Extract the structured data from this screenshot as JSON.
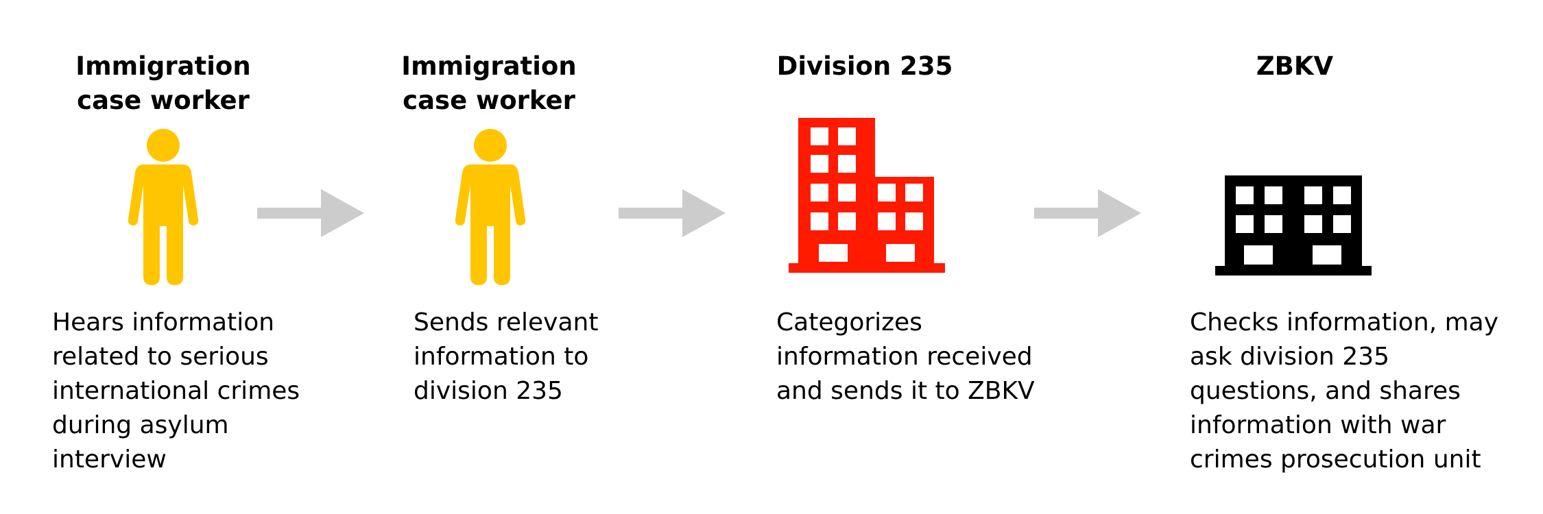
{
  "steps": [
    {
      "title_lines": [
        "Immigration",
        "case worker"
      ],
      "icon": "person-icon",
      "description_lines": [
        "Hears information",
        "related to serious",
        "international crimes",
        "during asylum",
        "interview"
      ]
    },
    {
      "title_lines": [
        "Immigration",
        "case worker"
      ],
      "icon": "person-icon",
      "description_lines": [
        "Sends relevant",
        "information to",
        "division 235"
      ]
    },
    {
      "title_lines": [
        "Division 235"
      ],
      "icon": "building-icon",
      "description_lines": [
        "Categorizes",
        "information received",
        "and sends it to ZBKV"
      ]
    },
    {
      "title_lines": [
        "ZBKV"
      ],
      "icon": "building-icon",
      "description_lines": [
        "Checks information, may",
        "ask division 235",
        "questions, and shares",
        "information with war",
        "crimes prosecution unit"
      ]
    }
  ],
  "colors": {
    "person": "#FFC600",
    "division_building": "#FF1A00",
    "zbkv_building": "#000000",
    "arrow": "#CCCCCC"
  }
}
